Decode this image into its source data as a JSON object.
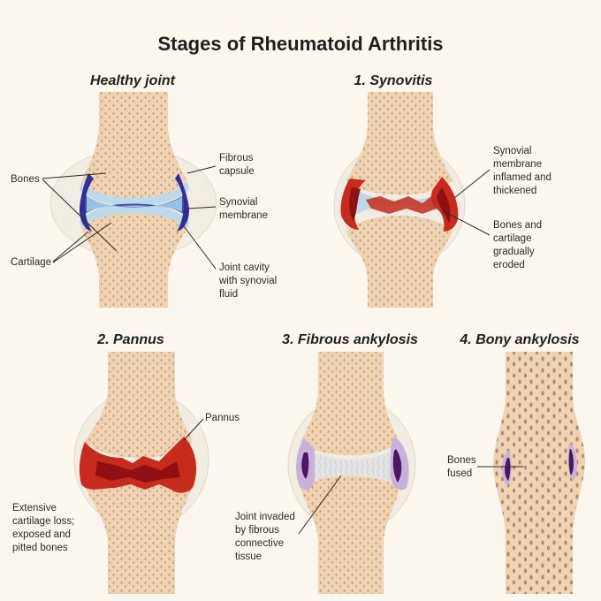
{
  "title": "Stages of Rheumatoid Arthritis",
  "panels": {
    "healthy": {
      "title": "Healthy joint",
      "labels": {
        "bones": "Bones",
        "cartilage": "Cartilage",
        "capsule": [
          "Fibrous",
          "capsule"
        ],
        "membrane": [
          "Synovial",
          "membrane"
        ],
        "cavity": [
          "Joint cavity",
          "with synovial",
          "fluid"
        ]
      }
    },
    "synovitis": {
      "title": "1. Synovitis",
      "labels": {
        "membrane": [
          "Synovial",
          "membrane",
          "inflamed and",
          "thickened"
        ],
        "eroded": [
          "Bones and",
          "cartilage",
          "gradually",
          "eroded"
        ]
      }
    },
    "pannus": {
      "title": "2. Pannus",
      "labels": {
        "pannus": "Pannus",
        "loss": [
          "Extensive",
          "cartilage loss;",
          "exposed and",
          "pitted bones"
        ]
      }
    },
    "fibrous": {
      "title": "3. Fibrous ankylosis",
      "labels": {
        "invaded": [
          "Joint invaded",
          "by fibrous",
          "connective",
          "tissue"
        ]
      }
    },
    "bony": {
      "title": "4. Bony ankylosis",
      "labels": {
        "fused": [
          "Bones",
          "fused"
        ]
      }
    }
  },
  "colors": {
    "background": "#fbf7ee",
    "bone": "#efd2b0",
    "bone_pore": "#b69a80",
    "capsule": "#f1ede2",
    "cartilage": "#bcd9ea",
    "synovial_fluid": "#2f2f9c",
    "inflamed_outer": "#c62b1c",
    "inflamed_inner": "#8e1010",
    "fibrous_tissue": "#e4e4e4",
    "fibrous_purple": "#c7b2d8",
    "fibrous_dark": "#4c1662"
  }
}
